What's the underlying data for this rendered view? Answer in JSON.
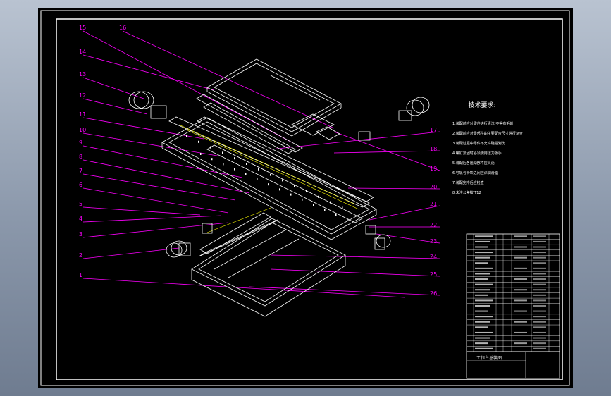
{
  "viewport": {
    "background_color": "#9aa5b6"
  },
  "drawing": {
    "background_color": "#000000",
    "frame_color": "#ffffff",
    "leader_color": "#ff00ff",
    "part_color": "#ffffff",
    "accent_color": "#ffff00",
    "left_callouts": [
      "15",
      "16",
      "14",
      "13",
      "12",
      "11",
      "10",
      "9",
      "8",
      "7",
      "6",
      "5",
      "4",
      "3",
      "2",
      "1"
    ],
    "right_callouts": [
      "17",
      "18",
      "19",
      "20",
      "21",
      "22",
      "23",
      "24",
      "25",
      "26"
    ],
    "tech_requirements": {
      "title": "技术要求:",
      "items": [
        "1.装配前应对零件进行清洗,不得有毛刺",
        "2.装配前应对零部件的主要配合尺寸进行复查",
        "3.装配过程中零件不允许磕碰划伤",
        "4.螺钉紧固时必须使用扭力扳手",
        "5.装配后各运动部件应灵活",
        "6.导轨与滑块之间应涂润滑脂",
        "7.装配完毕后应检查",
        "8.未注公差按IT12"
      ]
    },
    "title_block": {
      "rows_count": 22,
      "drawing_name": "工作台总装图"
    }
  }
}
